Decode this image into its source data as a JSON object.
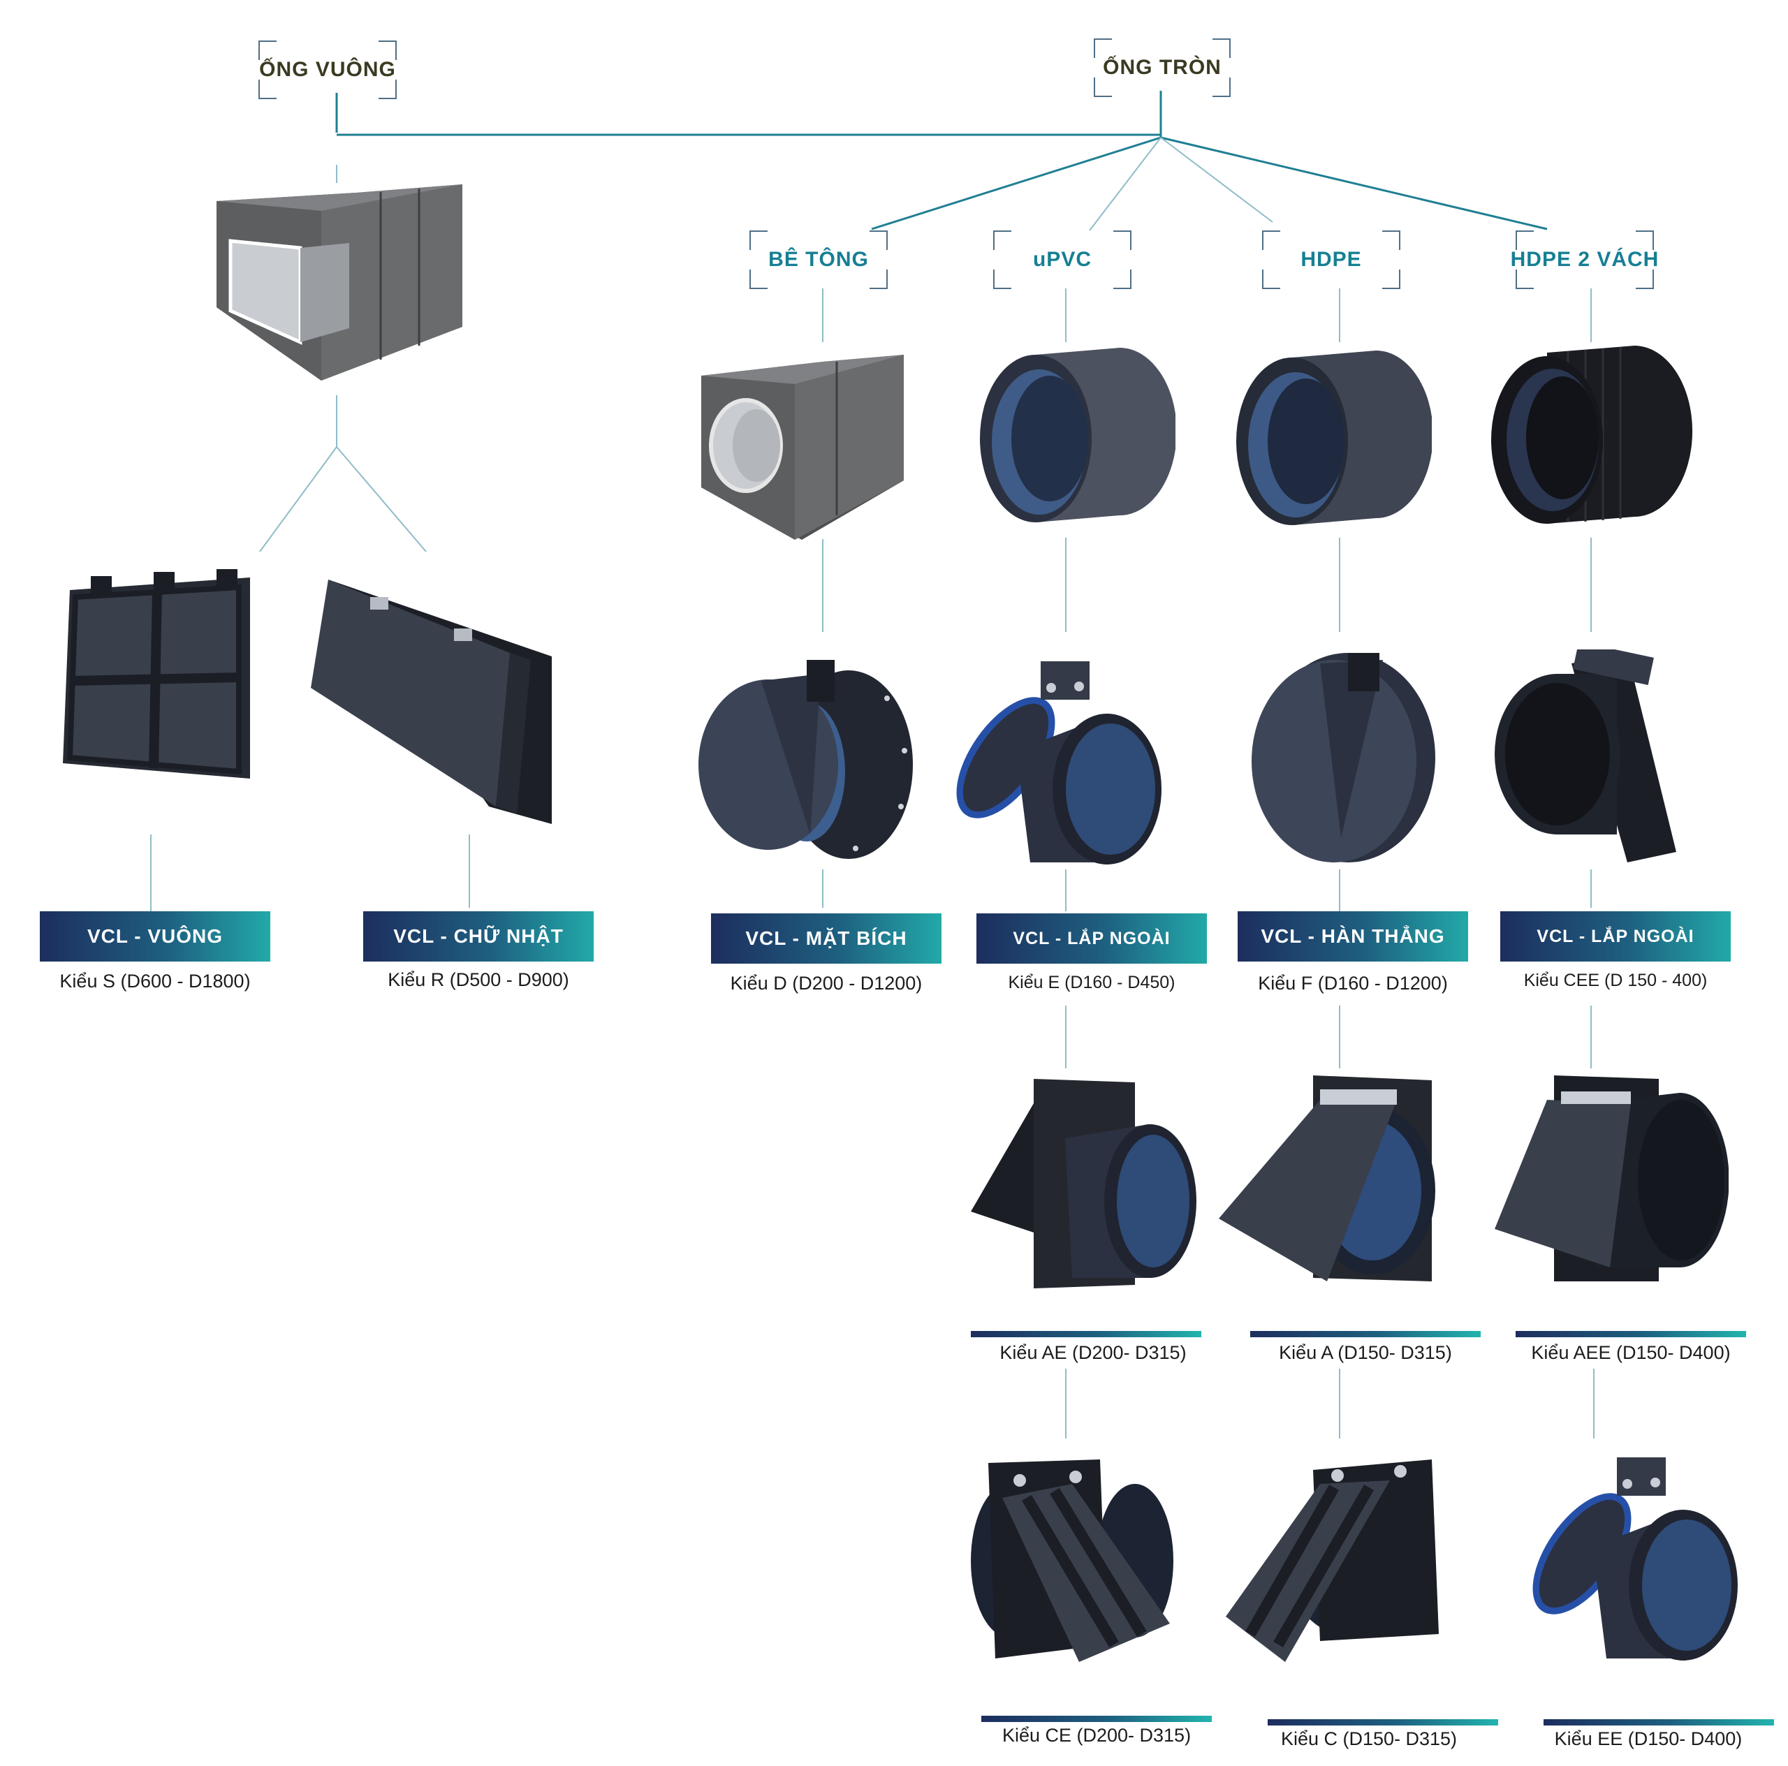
{
  "headers": {
    "square": "ỐNG VUÔNG",
    "round": "ỐNG TRÒN"
  },
  "pipe_types": {
    "concrete": "BÊ TÔNG",
    "upvc": "uPVC",
    "hdpe": "HDPE",
    "hdpe_double": "HDPE 2 VÁCH"
  },
  "banners": {
    "square": "VCL - VUÔNG",
    "rect": "VCL - CHỮ NHẬT",
    "flange": "VCL - MẶT BÍCH",
    "outer_upvc": "VCL - LẮP NGOÀI",
    "weld": "VCL - HÀN THẲNG",
    "outer_hdpe2": "VCL - LẮP NGOÀI"
  },
  "captions": {
    "s": "Kiểu S (D600 - D1800)",
    "r": "Kiểu R (D500 - D900)",
    "d": "Kiểu D (D200 - D1200)",
    "e": "Kiểu E (D160 - D450)",
    "f": "Kiểu F (D160 - D1200)",
    "cee": "Kiểu CEE (D 150 - 400)",
    "ae": "Kiểu AE (D200- D315)",
    "a": "Kiểu A (D150- D315)",
    "aee": "Kiểu AEE (D150- D400)",
    "ce": "Kiểu CE (D200- D315)",
    "c": "Kiểu C (D150- D315)",
    "ee": "Kiểu EE (D150- D400)"
  },
  "colors": {
    "line": "#1f7f93",
    "banner_start": "#1d2e5e",
    "banner_end": "#22a9a8",
    "product": "#2b3140",
    "concrete": "#5f6062"
  }
}
